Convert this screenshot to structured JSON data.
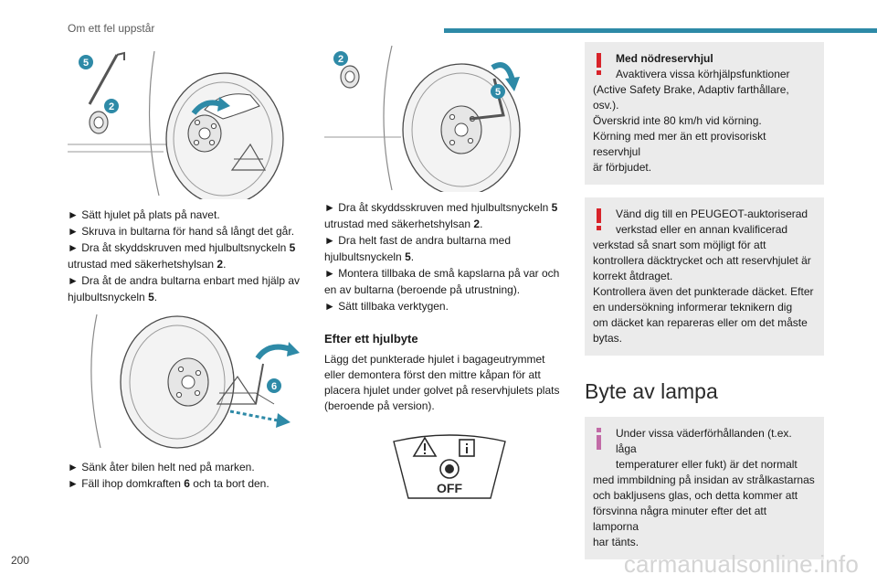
{
  "header": {
    "section_title": "Om ett fel uppstår"
  },
  "page_number": "200",
  "watermark": "carmanualsonline.info",
  "col1": {
    "fig1": {
      "callout_a": "5",
      "callout_b": "2"
    },
    "steps1": [
      {
        "pre": "► Sätt hjulet på plats på navet.",
        "bold": "",
        "post": ""
      },
      {
        "pre": "► Skruva in bultarna för hand så långt det går.",
        "bold": "",
        "post": ""
      },
      {
        "pre": "► Dra åt skyddskruven med hjulbultsnyckeln ",
        "bold": "5",
        "post": ""
      },
      {
        "pre": "utrustad med säkerhetshylsan ",
        "bold": "2",
        "post": "."
      },
      {
        "pre": "► Dra åt de andra bultarna enbart med hjälp av",
        "bold": "",
        "post": ""
      },
      {
        "pre": "hjulbultsnyckeln ",
        "bold": "5",
        "post": "."
      }
    ],
    "fig2": {
      "callout": "6"
    },
    "steps2": [
      {
        "pre": "► Sänk åter bilen helt ned på marken.",
        "bold": "",
        "post": ""
      },
      {
        "pre": "► Fäll ihop domkraften ",
        "bold": "6",
        "post": " och ta bort den."
      }
    ]
  },
  "col2": {
    "fig3": {
      "callout_a": "2",
      "callout_b": "5"
    },
    "steps": [
      {
        "pre": "► Dra åt skyddsskruven med hjulbultsnyckeln ",
        "bold": "5",
        "post": ""
      },
      {
        "pre": "utrustad med säkerhetshylsan ",
        "bold": "2",
        "post": "."
      },
      {
        "pre": "► Dra helt fast de andra bultarna med",
        "bold": "",
        "post": ""
      },
      {
        "pre": "hjulbultsnyckeln ",
        "bold": "5",
        "post": "."
      },
      {
        "pre": "► Montera tillbaka de små kapslarna på var och",
        "bold": "",
        "post": ""
      },
      {
        "pre": "en av bultarna (beroende på utrustning).",
        "bold": "",
        "post": ""
      },
      {
        "pre": "► Sätt tillbaka verktygen.",
        "bold": "",
        "post": ""
      }
    ],
    "heading": "Efter ett hjulbyte",
    "paragraph": [
      "Lägg det punkterade hjulet i bagageutrymmet",
      "eller demontera först den mittre kåpan för att",
      "placera hjulet under golvet på reservhjulets plats",
      "(beroende på version)."
    ],
    "off_label": "OFF"
  },
  "col3": {
    "note1": {
      "title": "Med nödreservhjul",
      "lines": [
        "Avaktivera vissa körhjälpsfunktioner",
        "(Active Safety Brake, Adaptiv farthållare,",
        "osv.).",
        "Överskrid inte 80 km/h vid körning.",
        "Körning med mer än ett provisoriskt reservhjul",
        "är förbjudet."
      ]
    },
    "note2": {
      "lines": [
        "Vänd dig till en PEUGEOT-auktoriserad",
        "verkstad eller en annan kvalificerad",
        "verkstad så snart som möjligt för att",
        "kontrollera däcktrycket och att reservhjulet är",
        "korrekt åtdraget.",
        "Kontrollera även det punkterade däcket. Efter",
        "en undersökning informerar teknikern dig",
        "om däcket kan repareras eller om det måste",
        "bytas."
      ]
    },
    "heading": "Byte av lampa",
    "info": {
      "lines": [
        "Under vissa väderförhållanden (t.ex. låga",
        "temperaturer eller fukt) är det normalt",
        "med immbildning på insidan av strålkastarnas",
        "och bakljusens glas, och detta kommer att",
        "försvinna några minuter efter det att lamporna",
        "har tänts."
      ]
    }
  },
  "colors": {
    "accent": "#2e8aa7",
    "callout": "#2e8aa7",
    "warning": "#d8232a",
    "info": "#c26ba7",
    "note_bg": "#ebebeb"
  }
}
